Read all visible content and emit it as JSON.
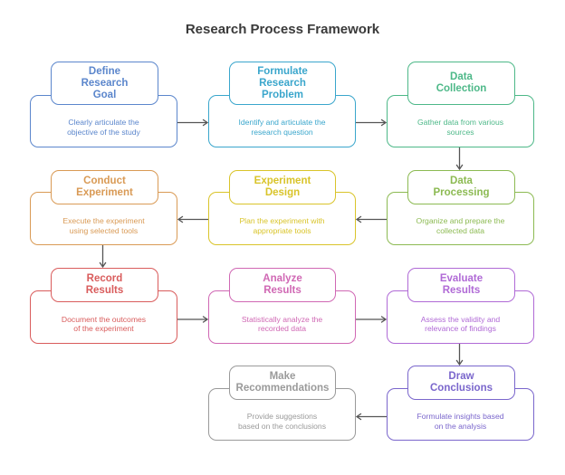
{
  "title": "Research Process Framework",
  "steps": [
    {
      "title": "Define Research Goal",
      "desc": "Clearly articulate the objective of the study",
      "color": "#5b86cc"
    },
    {
      "title": "Formulate Research Problem",
      "desc": "Identify and articulate the research question",
      "color": "#3aa6cc"
    },
    {
      "title": "Data Collection",
      "desc": "Gather data from various sources",
      "color": "#4db888"
    },
    {
      "title": "Data Processing",
      "desc": "Organize and prepare the collected data",
      "color": "#8cba52"
    },
    {
      "title": "Experiment Design",
      "desc": "Plan the experiment with appropriate tools",
      "color": "#d9c42a"
    },
    {
      "title": "Conduct Experiment",
      "desc": "Execute the experiment using selected tools",
      "color": "#d99a55"
    },
    {
      "title": "Record Results",
      "desc": "Document the outcomes of the experiment",
      "color": "#d95c5c"
    },
    {
      "title": "Analyze Results",
      "desc": "Statistically analyze the recorded data",
      "color": "#d068b4"
    },
    {
      "title": "Evaluate Results",
      "desc": "Assess the validity and relevance of findings",
      "color": "#b06ad6"
    },
    {
      "title": "Draw Conclusions",
      "desc": "Formulate insights based on the analysis",
      "color": "#7a66cc"
    },
    {
      "title": "Make Recommendations",
      "desc": "Provide suggestions based on the conclusions",
      "color": "#9a9a9a"
    }
  ],
  "title_lines": [
    [
      "Define",
      "Research",
      "Goal"
    ],
    [
      "Formulate",
      "Research",
      "Problem"
    ],
    [
      "Data",
      "Collection"
    ],
    [
      "Data",
      "Processing"
    ],
    [
      "Experiment",
      "Design"
    ],
    [
      "Conduct",
      "Experiment"
    ],
    [
      "Record",
      "Results"
    ],
    [
      "Analyze",
      "Results"
    ],
    [
      "Evaluate",
      "Results"
    ],
    [
      "Draw",
      "Conclusions"
    ],
    [
      "Make",
      "Recommendations"
    ]
  ],
  "desc_lines": [
    [
      "Clearly articulate the",
      "objective of the study"
    ],
    [
      "Identify and articulate the",
      "research question"
    ],
    [
      "Gather data from various",
      "sources"
    ],
    [
      "Organize and prepare the",
      "collected data"
    ],
    [
      "Plan the experiment with",
      "appropriate tools"
    ],
    [
      "Execute the experiment",
      "using selected tools"
    ],
    [
      "Document the outcomes",
      "of the experiment"
    ],
    [
      "Statistically analyze the",
      "recorded data"
    ],
    [
      "Assess the validity and",
      "relevance of findings"
    ],
    [
      "Formulate insights based",
      "on the analysis"
    ],
    [
      "Provide suggestions",
      "based on the conclusions"
    ]
  ],
  "connector_color": "#555555"
}
